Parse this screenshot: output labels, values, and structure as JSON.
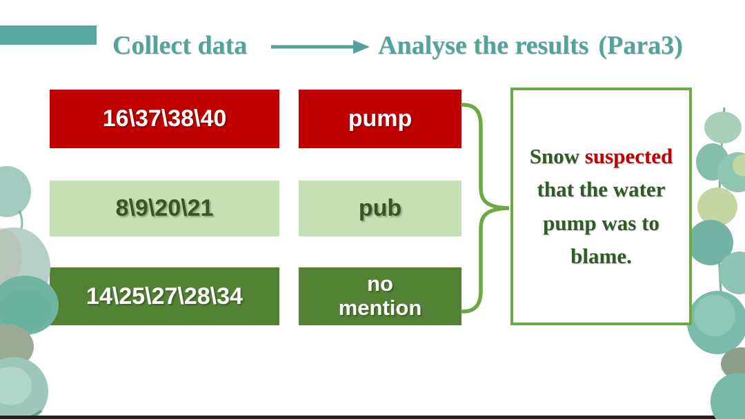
{
  "header": {
    "step1": "Collect data",
    "step2": "Analyse the results",
    "step2_suffix": "(Para3)"
  },
  "theme": {
    "teal": "#53A39A",
    "teal_bar": "#58A8A0",
    "accent_green": "#6BA943",
    "panel_text_green": "#2F5B24",
    "red": "#C00000",
    "light_green_box": "#C5E0B4",
    "dark_green_box": "#548235",
    "red_box": "#C00000"
  },
  "table": {
    "rows": [
      {
        "numbers": "16\\37\\38\\40",
        "label": "pump",
        "bg": "#C00000",
        "text_color": "#FFFFFF"
      },
      {
        "numbers": "8\\9\\20\\21",
        "label": "pub",
        "bg": "#C5E0B4",
        "text_color": "#375623"
      },
      {
        "numbers": "14\\25\\27\\28\\34",
        "label": "no mention",
        "bg": "#548235",
        "text_color": "#FFFFFF"
      }
    ]
  },
  "conclusion": {
    "part1": "Snow ",
    "highlight": "suspected",
    "part2": " that the water pump was to blame."
  },
  "decorations": {
    "left": "eucalyptus-watercolor-leaves",
    "right": "eucalyptus-watercolor-branch"
  }
}
